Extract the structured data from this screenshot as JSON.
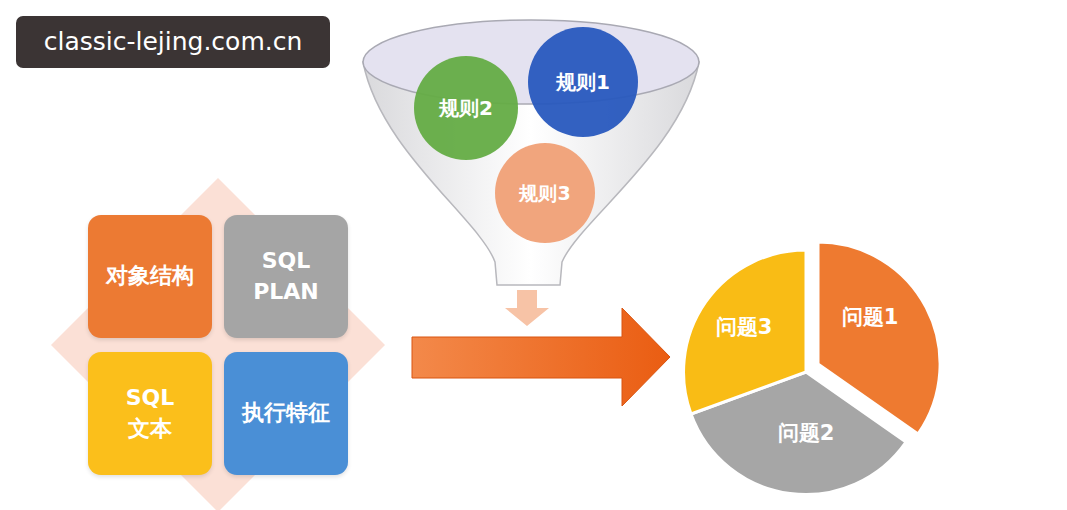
{
  "diagram": {
    "nodes": [
      {
        "text": [
          "规则1"
        ]
      },
      {
        "text": [
          "规则2"
        ]
      },
      {
        "text": [
          "规则3"
        ]
      },
      {
        "text": [
          "对象结构"
        ]
      },
      {
        "text": [
          "SQL PLAN"
        ]
      },
      {
        "text": [
          "SQL 文本"
        ]
      },
      {
        "text": [
          "执行特征"
        ]
      },
      {
        "text": [
          "问题1"
        ]
      },
      {
        "text": [
          "问题2"
        ]
      },
      {
        "text": [
          "问题3"
        ]
      }
    ],
    "labels": [
      "classic-lejing.com.cn"
    ]
  }
}
